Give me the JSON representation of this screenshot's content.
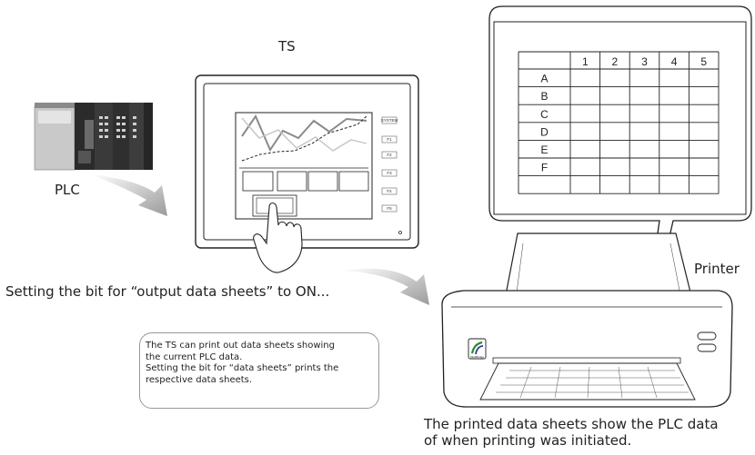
{
  "labels": {
    "ts": "TS",
    "plc": "PLC",
    "printer": "Printer"
  },
  "step_text": "Setting the bit for “output data sheets” to ON...",
  "note": {
    "lines": [
      "The TS can print out data sheets showing",
      "the current PLC data.",
      "Setting the bit for “data sheets” prints the",
      "respective data sheets."
    ]
  },
  "caption": {
    "lines": [
      "The printed data sheets show the PLC data",
      "of when printing was initiated."
    ]
  },
  "data_sheet": {
    "columns": [
      "1",
      "2",
      "3",
      "4",
      "5"
    ],
    "rows": [
      "A",
      "B",
      "C",
      "D",
      "E",
      "F",
      ""
    ]
  },
  "ts_keys": [
    "SYSTEM",
    "F1",
    "F2",
    "F3",
    "F4",
    "F5"
  ],
  "logo_text": "MultiBridge"
}
